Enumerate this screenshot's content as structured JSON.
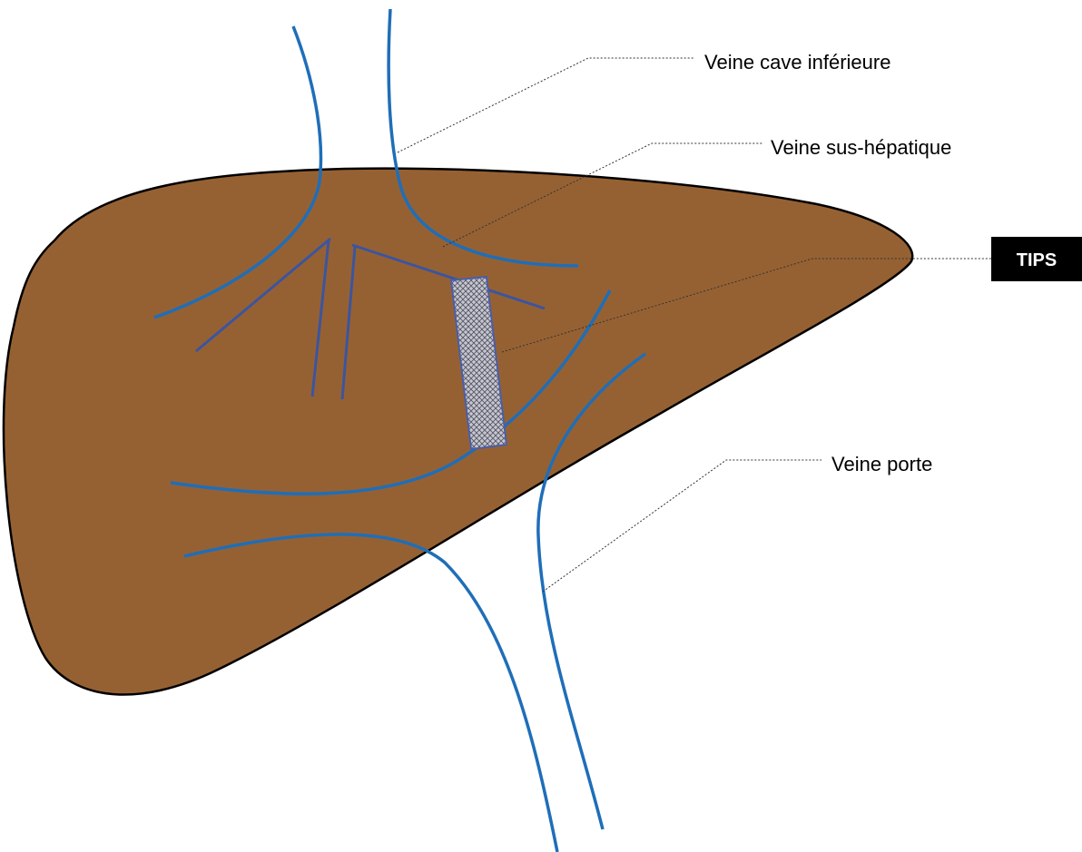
{
  "labels": {
    "ivc": "Veine cave inférieure",
    "hepatic_vein": "Veine sus-hépatique",
    "tips": "TIPS",
    "portal_vein": "Veine porte"
  },
  "colors": {
    "liver_fill": "#966132",
    "liver_outline": "#000000",
    "vessel_blue": "#1f6eb8",
    "hepatic_branch": "#3b55a0",
    "stent_fill": "#b9b9c4",
    "stent_outline": "#4a5ea8",
    "tips_label_bg": "#000000",
    "tips_label_text": "#ffffff",
    "background": "#ffffff"
  }
}
